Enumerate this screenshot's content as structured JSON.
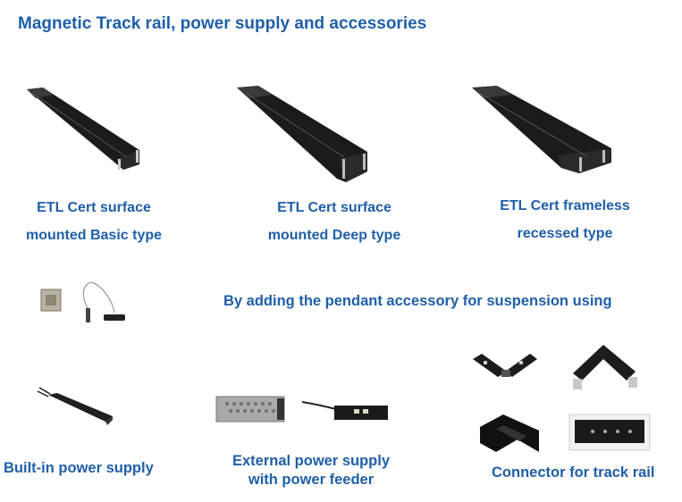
{
  "title": "Magnetic Track rail, power supply and accessories",
  "products": [
    {
      "line1": "ETL Cert surface",
      "line2": "mounted Basic type",
      "image": "basic-track-rail-image"
    },
    {
      "line1": "ETL Cert surface",
      "line2": "mounted Deep type",
      "image": "deep-track-rail-image"
    },
    {
      "line1": "ETL Cert frameless",
      "line2": "recessed type",
      "image": "recessed-track-rail-image"
    }
  ],
  "pendant": {
    "text": "By adding the pendant accessory for suspension using",
    "image": "pendant-accessory-image"
  },
  "builtin": {
    "label": "Built-in power supply",
    "image": "built-in-power-supply-image"
  },
  "external": {
    "line1": "External power supply",
    "line2": "with power feeder",
    "image": "external-power-supply-image"
  },
  "connector": {
    "label": "Connector for track rail",
    "image": "track-connectors-image"
  },
  "colors": {
    "text": "#1f5fa8",
    "rail": "#1b1b1b",
    "rail_highlight": "#555555"
  }
}
